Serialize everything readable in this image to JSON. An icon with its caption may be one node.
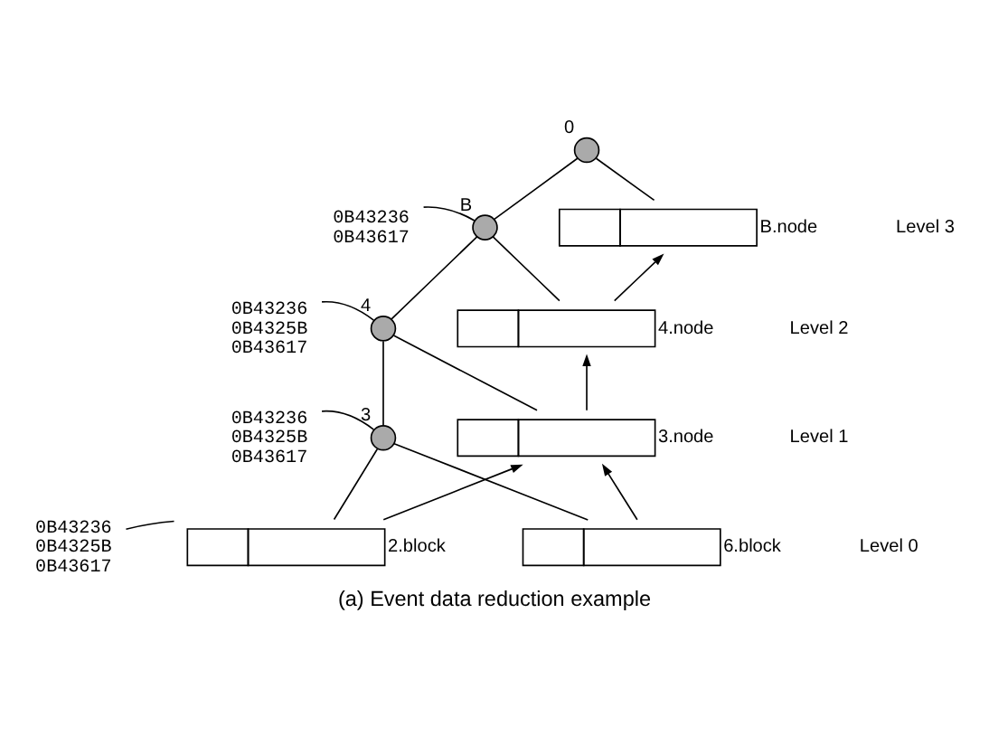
{
  "diagram": {
    "caption": "(a) Event data reduction example",
    "nodes": [
      {
        "text": [
          "0B43236",
          "0B43617"
        ]
      },
      {
        "text": [],
        "shape": "circle",
        "beside": [
          "0"
        ]
      },
      {
        "text": [],
        "shape": "circle",
        "beside": [
          "B"
        ]
      },
      {
        "text": [],
        "shape": "box",
        "beside": [
          "B.node"
        ]
      },
      {
        "text": [
          "0B43236",
          "0B4325B",
          "0B43617"
        ]
      },
      {
        "text": [],
        "shape": "circle",
        "beside": [
          "4"
        ]
      },
      {
        "text": [],
        "shape": "box",
        "beside": [
          "4.node"
        ]
      },
      {
        "text": [
          "0B43236",
          "0B4325B",
          "0B43617"
        ]
      },
      {
        "text": [],
        "shape": "circle",
        "beside": [
          "3"
        ]
      },
      {
        "text": [],
        "shape": "box",
        "beside": [
          "3.node"
        ]
      },
      {
        "text": [
          "0B43236",
          "0B4325B",
          "0B43617"
        ]
      },
      {
        "text": [],
        "shape": "box",
        "beside": [
          "2.block"
        ]
      },
      {
        "text": [],
        "shape": "box",
        "beside": [
          "6.block"
        ]
      }
    ],
    "edges": [
      {
        "from": 1,
        "to": 2,
        "arrow": "none"
      },
      {
        "from": 1,
        "to": 3,
        "arrow": "none"
      },
      {
        "from": 2,
        "to": 5,
        "arrow": "none"
      },
      {
        "from": 2,
        "to": 6,
        "arrow": "none"
      },
      {
        "from": 5,
        "to": 8,
        "arrow": "none"
      },
      {
        "from": 5,
        "to": 9,
        "arrow": "none"
      },
      {
        "from": 8,
        "to": 11,
        "arrow": "none"
      },
      {
        "from": 8,
        "to": 12,
        "arrow": "none"
      },
      {
        "from": 11,
        "to": 9,
        "arrow": "to"
      },
      {
        "from": 12,
        "to": 9,
        "arrow": "to"
      },
      {
        "from": 9,
        "to": 6,
        "arrow": "to"
      },
      {
        "from": 6,
        "to": 3,
        "arrow": "to"
      },
      {
        "from": 0,
        "to": 2,
        "arrow": "none"
      },
      {
        "from": 4,
        "to": 5,
        "arrow": "none"
      },
      {
        "from": 7,
        "to": 8,
        "arrow": "none"
      },
      {
        "from": 10,
        "to": 11,
        "arrow": "none"
      }
    ],
    "labels": [
      "Level 3",
      "Level 2",
      "Level 1",
      "Level 0"
    ]
  }
}
